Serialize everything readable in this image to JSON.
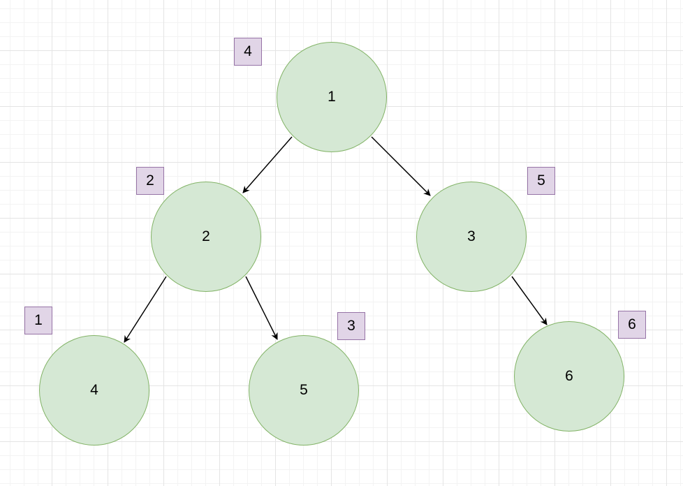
{
  "diagram": {
    "colors": {
      "node_fill": "#d5e8d4",
      "node_stroke": "#82b366",
      "tag_fill": "#e1d5e7",
      "tag_stroke": "#9673a6",
      "edge": "#000000"
    },
    "nodes": [
      {
        "id": "n1",
        "label": "1"
      },
      {
        "id": "n2",
        "label": "2"
      },
      {
        "id": "n3",
        "label": "3"
      },
      {
        "id": "n4",
        "label": "4"
      },
      {
        "id": "n5",
        "label": "5"
      },
      {
        "id": "n6",
        "label": "6"
      }
    ],
    "tags": [
      {
        "node": "n1",
        "label": "4"
      },
      {
        "node": "n2",
        "label": "2"
      },
      {
        "node": "n3",
        "label": "5"
      },
      {
        "node": "n4",
        "label": "1"
      },
      {
        "node": "n5",
        "label": "3"
      },
      {
        "node": "n6",
        "label": "6"
      }
    ],
    "edges": [
      {
        "from": "n1",
        "to": "n2"
      },
      {
        "from": "n1",
        "to": "n3"
      },
      {
        "from": "n2",
        "to": "n4"
      },
      {
        "from": "n2",
        "to": "n5"
      },
      {
        "from": "n3",
        "to": "n6"
      }
    ]
  }
}
